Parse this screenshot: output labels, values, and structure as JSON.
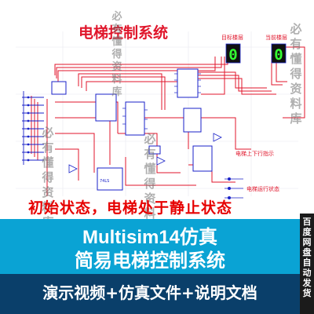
{
  "schematic": {
    "title": "电梯控制系统",
    "labels": {
      "target_floor": "目标楼层",
      "current_floor": "当前楼层",
      "direction": "电梯上下行指示",
      "running": "电梯运行状态",
      "ic_label": "74LS"
    },
    "displays": {
      "target_digit": "0",
      "current_digit": "0"
    },
    "watermark": "必有懂得资料库",
    "colors": {
      "wire": "#e0162b",
      "component": "#1a22c8",
      "seg_on": "#33ff33"
    }
  },
  "caption": "初始状态，电梯处于静止状态",
  "side_label": "百度网盘自动发货",
  "banner": {
    "line1": "Multisim14仿真",
    "line2": "简易电梯控制系统",
    "line3": "演示视频+仿真文件+说明文档",
    "colors": {
      "top": "#0aa3d4",
      "bottom": "#0a3f6a"
    }
  }
}
